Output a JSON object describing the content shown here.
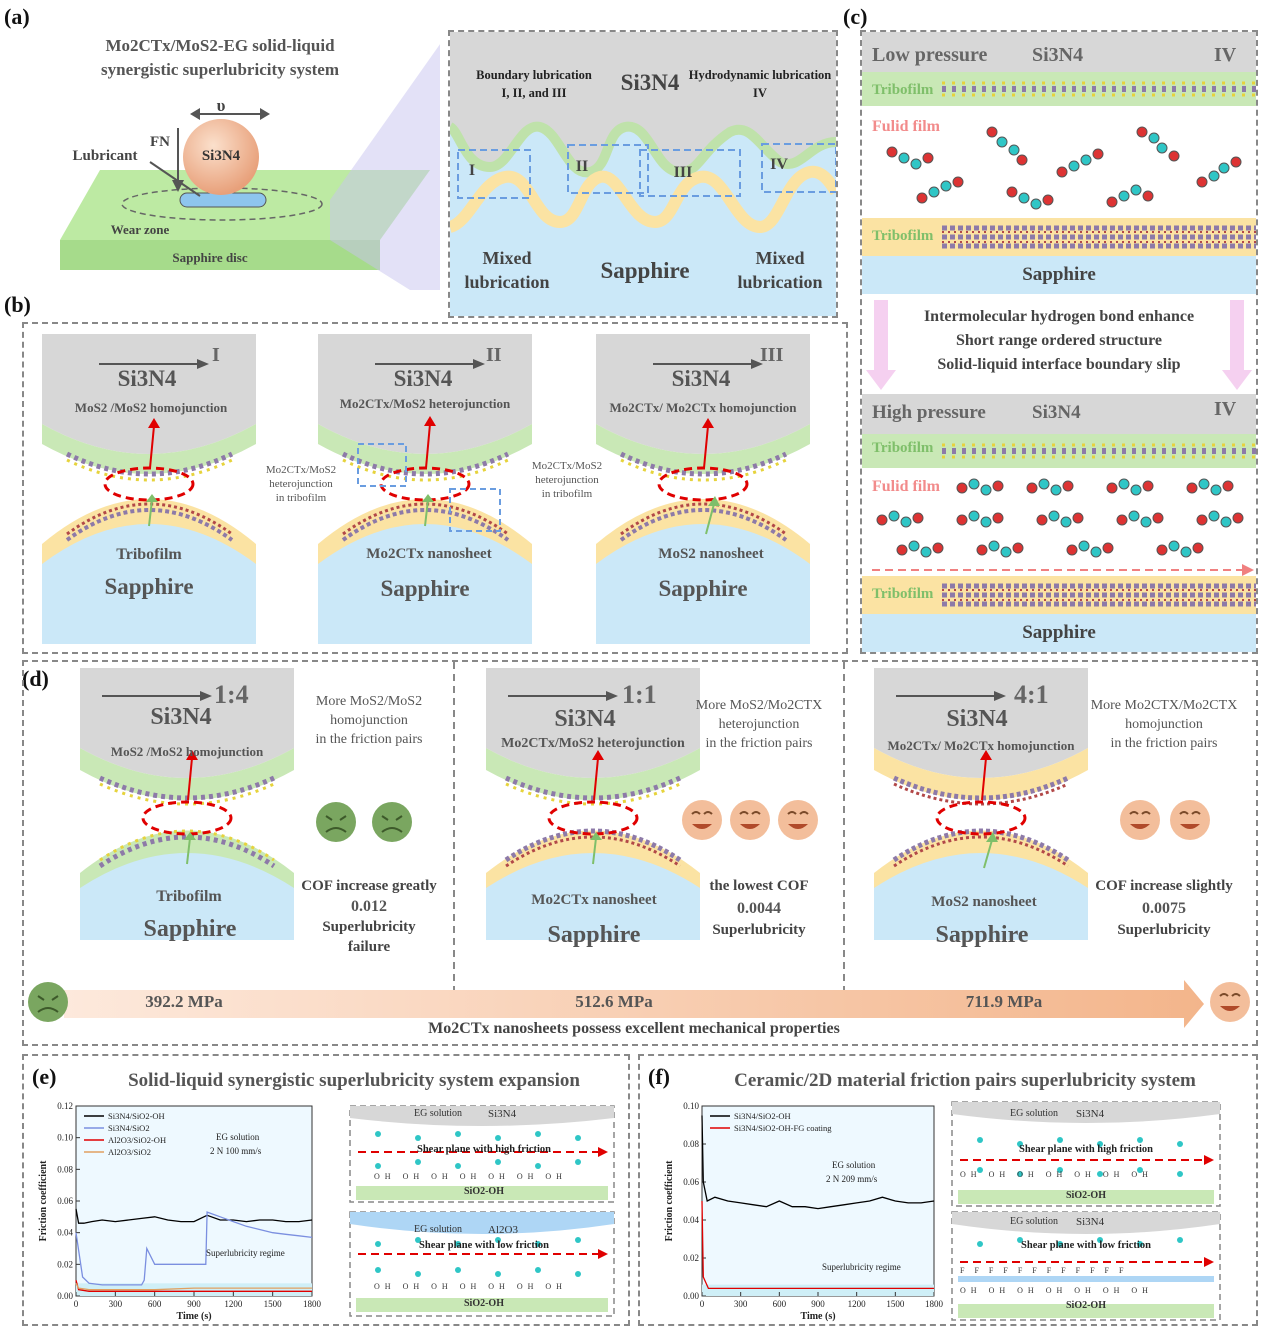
{
  "panels": {
    "a": "(a)",
    "b": "(b)",
    "c": "(c)",
    "d": "(d)",
    "e": "(e)",
    "f": "(f)"
  },
  "panel_a": {
    "title_line1": "Mo2CTx/MoS2-EG solid-liquid",
    "title_line2": "synergistic superlubricity system",
    "velocity": "υ",
    "force": "FN",
    "ball": "Si3N4",
    "lubricant": "Lubricant",
    "wear_zone": "Wear zone",
    "disc": "Sapphire disc",
    "zoom_top_left": "Boundary lubrication",
    "zoom_top_left2": "I, II, and III",
    "zoom_top_center": "Si3N4",
    "zoom_top_right": "Hydrodynamic lubrication",
    "zoom_top_right2": "IV",
    "zones": [
      "I",
      "II",
      "III",
      "IV"
    ],
    "mixed_left": "Mixed lubrication",
    "mixed_right": "Mixed lubrication",
    "sapphire": "Sapphire"
  },
  "panel_b": {
    "items": [
      {
        "regime": "I",
        "top": "Si3N4",
        "junction": "MoS2 /MoS2 homojunction",
        "label": "Tribofilm",
        "bottom": "Sapphire"
      },
      {
        "regime": "II",
        "top": "Si3N4",
        "junction": "Mo2CTx/MoS2 heterojunction",
        "label": "Mo2CTx nanosheet",
        "bottom": "Sapphire"
      },
      {
        "regime": "III",
        "top": "Si3N4",
        "junction": "Mo2CTx/ Mo2CTx homojunction",
        "label": "MoS2 nanosheet",
        "bottom": "Sapphire"
      }
    ],
    "note_left": [
      "Mo2CTx/MoS2",
      "heterojunction",
      "in tribofilm"
    ],
    "note_right": [
      "Mo2CTx/MoS2",
      "heterojunction",
      "in tribofilm"
    ]
  },
  "panel_c": {
    "low_pressure": "Low pressure",
    "high_pressure": "High pressure",
    "si3n4": "Si3N4",
    "regime": "IV",
    "tribofilm": "Tribofilm",
    "fluid_film": "Fulid film",
    "sapphire": "Sapphire",
    "mechanism": [
      "Intermolecular hydrogen bond enhance",
      "Short range ordered structure",
      "Solid-liquid interface boundary slip"
    ]
  },
  "panel_d": {
    "items": [
      {
        "ratio": "1:4",
        "top": "Si3N4",
        "junction": "MoS2 /MoS2 homojunction",
        "label": "Tribofilm",
        "bottom": "Sapphire",
        "desc": [
          "More MoS2/MoS2",
          "homojunction",
          "in the friction pairs"
        ],
        "result1": "COF increase greatly",
        "cof": "0.012",
        "result2": "Superlubricity",
        "result3": "failure"
      },
      {
        "ratio": "1:1",
        "top": "Si3N4",
        "junction": "Mo2CTx/MoS2 heterojunction",
        "label": "Mo2CTx nanosheet",
        "bottom": "Sapphire",
        "desc": [
          "More MoS2/Mo2CTX",
          "heterojunction",
          "in the friction pairs"
        ],
        "result1": "the lowest COF",
        "cof": "0.0044",
        "result2": "Superlubricity",
        "result3": ""
      },
      {
        "ratio": "4:1",
        "top": "Si3N4",
        "junction": "Mo2CTx/ Mo2CTx homojunction",
        "label": "MoS2 nanosheet",
        "bottom": "Sapphire",
        "desc": [
          "More Mo2CTX/Mo2CTX",
          "homojunction",
          "in the friction pairs"
        ],
        "result1": "COF increase slightly",
        "cof": "0.0075",
        "result2": "Superlubricity",
        "result3": ""
      }
    ],
    "pressures": [
      "392.2 MPa",
      "512.6 MPa",
      "711.9 MPa"
    ],
    "arrow_caption": "Mo2CTx nanosheets possess excellent mechanical properties"
  },
  "panel_e": {
    "title": "Solid-liquid synergistic superlubricity system expansion",
    "ylabel": "Friction coefficient",
    "xlabel": "Time (s)",
    "conditions": [
      "EG solution",
      "2 N   100 mm/s"
    ],
    "annotation": "Superlubricity regime",
    "schem_top": {
      "solution": "EG solution",
      "ball": "Si3N4",
      "shear": "Shear plane with high friction",
      "substrate": "SiO2-OH",
      "oh": "OH"
    },
    "schem_bottom": {
      "solution": "EG solution",
      "ball": "Al2O3",
      "shear": "Shear plane with low friction",
      "substrate": "SiO2-OH",
      "oh": "OH"
    }
  },
  "panel_f": {
    "title": "Ceramic/2D material friction pairs superlubricity system",
    "ylabel": "Friction coefficient",
    "xlabel": "Time (s)",
    "conditions": [
      "EG solution",
      "2 N   209 mm/s"
    ],
    "annotation": "Superlubricity regime",
    "schem_top": {
      "solution": "EG solution",
      "ball": "Si3N4",
      "shear": "Shear plane with high friction",
      "substrate": "SiO2-OH",
      "oh": "OH"
    },
    "schem_bottom": {
      "solution": "EG solution",
      "ball": "Si3N4",
      "shear": "Shear plane with low friction",
      "substrate": "SiO2-OH",
      "oh": "OH",
      "f": "F"
    }
  },
  "chart_data": [
    {
      "type": "line",
      "xlabel": "Time (s)",
      "ylabel": "Friction coefficient",
      "xlim": [
        0,
        1800
      ],
      "ylim": [
        0,
        0.12
      ],
      "xticks": [
        0,
        300,
        600,
        900,
        1200,
        1500,
        1800
      ],
      "yticks": [
        0.0,
        0.02,
        0.04,
        0.06,
        0.08,
        0.1,
        0.12
      ],
      "series": [
        {
          "name": "Si3N4/SiO2-OH",
          "color": "#000000",
          "x": [
            0,
            20,
            60,
            120,
            200,
            300,
            400,
            500,
            600,
            700,
            800,
            900,
            1000,
            1100,
            1200,
            1300,
            1400,
            1500,
            1600,
            1700,
            1800
          ],
          "y": [
            0.055,
            0.046,
            0.046,
            0.047,
            0.048,
            0.047,
            0.048,
            0.049,
            0.05,
            0.048,
            0.047,
            0.047,
            0.051,
            0.048,
            0.048,
            0.047,
            0.048,
            0.048,
            0.047,
            0.047,
            0.048
          ]
        },
        {
          "name": "Si3N4/SiO2",
          "color": "#7b8fe0",
          "x": [
            0,
            50,
            100,
            200,
            300,
            400,
            500,
            520,
            540,
            600,
            700,
            800,
            900,
            990,
            1000,
            1100,
            1200,
            1300,
            1400,
            1500,
            1600,
            1700,
            1800
          ],
          "y": [
            0.04,
            0.012,
            0.008,
            0.007,
            0.007,
            0.007,
            0.007,
            0.01,
            0.03,
            0.02,
            0.02,
            0.02,
            0.02,
            0.02,
            0.053,
            0.05,
            0.047,
            0.044,
            0.042,
            0.04,
            0.039,
            0.038,
            0.037
          ]
        },
        {
          "name": "Al2O3/SiO2-OH",
          "color": "#e00000",
          "x": [
            0,
            20,
            100,
            300,
            600,
            900,
            1200,
            1500,
            1800
          ],
          "y": [
            0.01,
            0.004,
            0.003,
            0.003,
            0.003,
            0.003,
            0.003,
            0.003,
            0.003
          ]
        },
        {
          "name": "Al2O3/SiO2",
          "color": "#e0a060",
          "x": [
            0,
            20,
            100,
            300,
            600,
            900,
            1200,
            1500,
            1800
          ],
          "y": [
            0.008,
            0.005,
            0.004,
            0.004,
            0.004,
            0.005,
            0.005,
            0.005,
            0.005
          ]
        }
      ]
    },
    {
      "type": "line",
      "xlabel": "Time (s)",
      "ylabel": "Friction coefficient",
      "xlim": [
        0,
        1800
      ],
      "ylim": [
        0,
        0.1
      ],
      "xticks": [
        0,
        300,
        600,
        900,
        1200,
        1500,
        1800
      ],
      "yticks": [
        0.0,
        0.02,
        0.04,
        0.06,
        0.08,
        0.1
      ],
      "series": [
        {
          "name": "Si3N4/SiO2-OH",
          "color": "#000000",
          "x": [
            0,
            10,
            40,
            100,
            200,
            300,
            400,
            500,
            600,
            700,
            800,
            900,
            1000,
            1100,
            1200,
            1300,
            1400,
            1500,
            1600,
            1700,
            1800
          ],
          "y": [
            0.095,
            0.06,
            0.05,
            0.052,
            0.05,
            0.049,
            0.048,
            0.047,
            0.05,
            0.047,
            0.047,
            0.046,
            0.047,
            0.048,
            0.049,
            0.05,
            0.052,
            0.05,
            0.049,
            0.049,
            0.05
          ]
        },
        {
          "name": "Si3N4/SiO2-OH-FG coating",
          "color": "#e00000",
          "x": [
            0,
            10,
            50,
            300,
            600,
            900,
            1200,
            1500,
            1800
          ],
          "y": [
            0.05,
            0.01,
            0.004,
            0.004,
            0.004,
            0.004,
            0.004,
            0.004,
            0.004
          ]
        }
      ]
    }
  ]
}
